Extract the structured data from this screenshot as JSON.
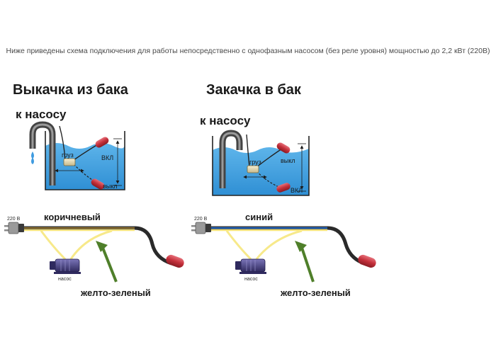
{
  "caption": "Ниже приведены схема подключения для работы непосредственно с однофазным насосом (без реле уровня) мощностью до 2,2 кВт (220В)",
  "colors": {
    "water": "#3fa2e0",
    "water_light": "#78c3ef",
    "pipe": "#6a6a6a",
    "float": "#c8323a",
    "brown_wire": "#8a6a2a",
    "blue_wire": "#1f5fb5",
    "yellow_green_wire": "#f4e27a",
    "arrow": "#4f7f2a",
    "pump": "#45407a"
  },
  "left": {
    "title": "Выкачка из бака",
    "to_pump": "к насосу",
    "weight": "груз",
    "on": "ВКЛ",
    "off": "выкл",
    "voltage": "220 В",
    "wire_color": "коричневый",
    "ground_wire": "желто-зеленый",
    "pump": "насос"
  },
  "right": {
    "title": "Закачка в бак",
    "to_pump": "к насосу",
    "weight": "груз",
    "on": "ВКЛ",
    "off": "выкл",
    "voltage": "220 В",
    "wire_color": "синий",
    "ground_wire": "желто-зеленый",
    "pump": "насос"
  }
}
